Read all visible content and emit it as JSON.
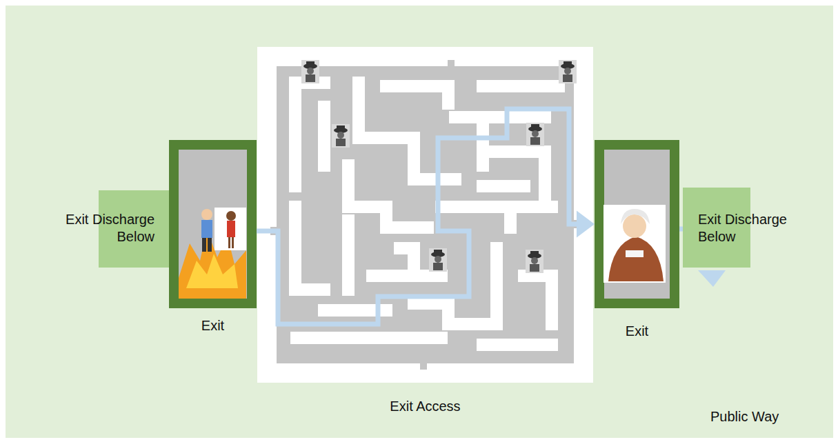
{
  "diagram": {
    "nodes": [
      {
        "text": [
          "Exit Discharge Below"
        ]
      },
      {
        "text": [
          "Exit"
        ]
      },
      {
        "text": [
          "Exit Access"
        ]
      },
      {
        "text": [
          "Exit"
        ]
      },
      {
        "text": [
          "Exit Discharge Below"
        ]
      }
    ],
    "edges": [
      {
        "from": 1,
        "to": 3,
        "arrow": "to"
      },
      {
        "from": 3,
        "to": 4,
        "arrow": "to"
      }
    ],
    "labels": [
      "Public Way"
    ]
  }
}
